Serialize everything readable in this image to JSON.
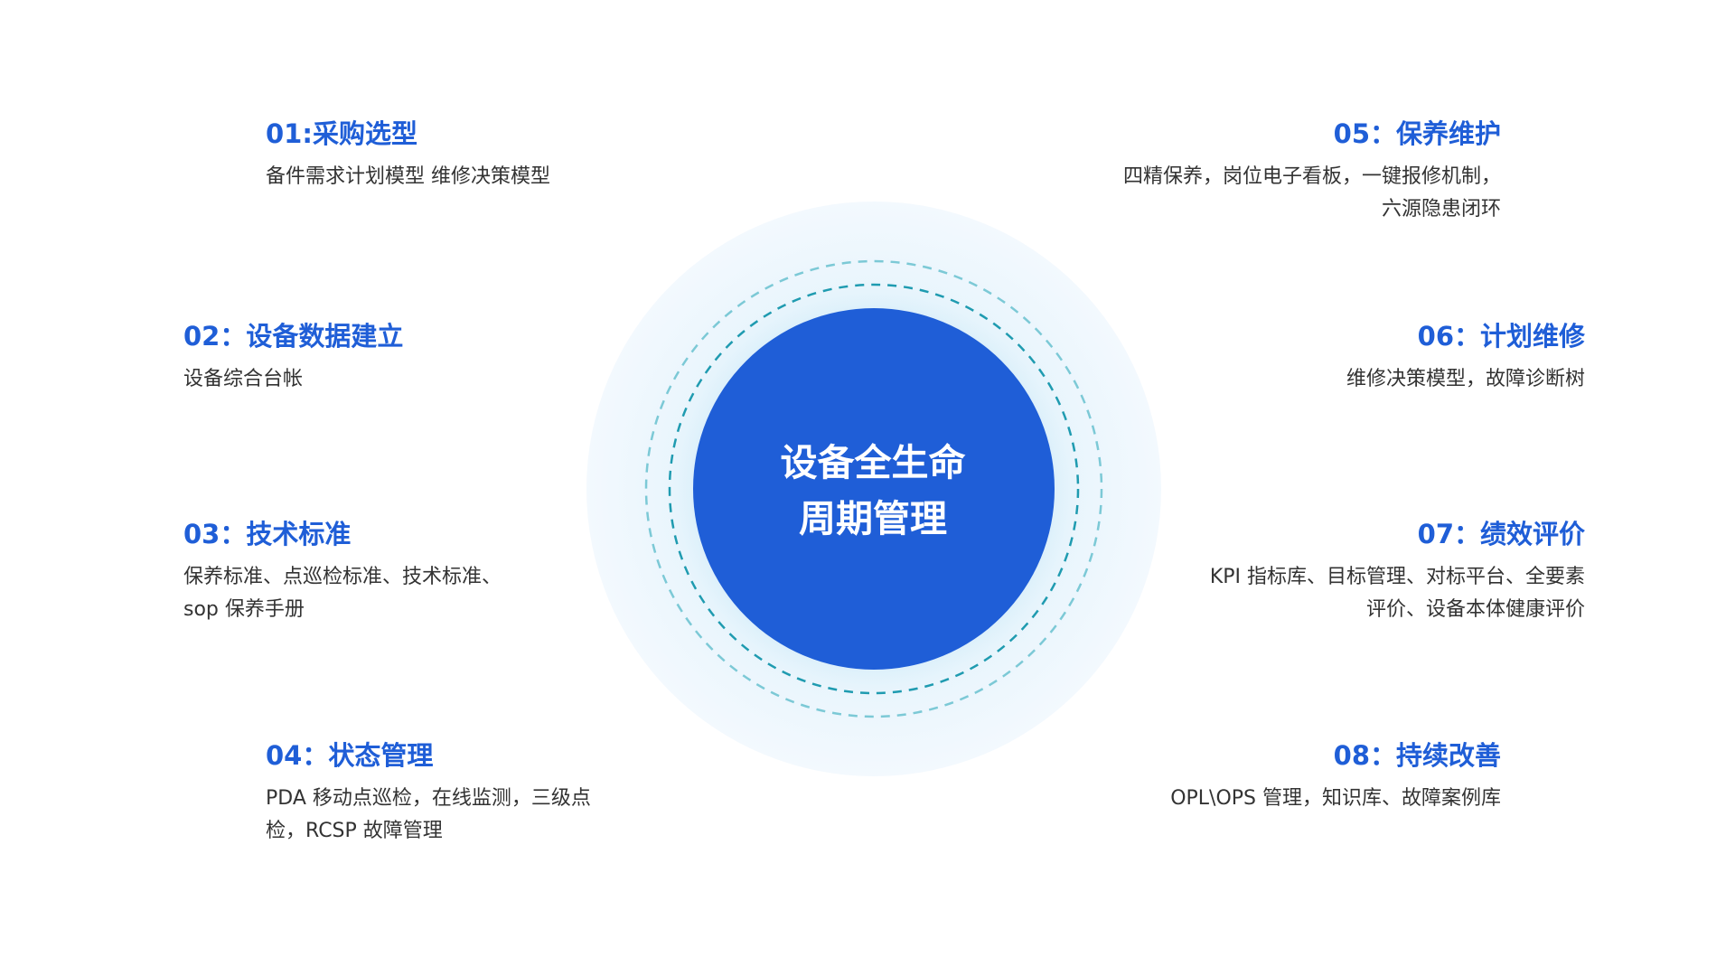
{
  "center": {
    "line1": "设备全生命",
    "line2": "周期管理",
    "color": "#1f5ed7"
  },
  "items": [
    {
      "title": "01:采购选型",
      "desc": "备件需求计划模型 维修决策模型"
    },
    {
      "title": "02：设备数据建立",
      "desc": "设备综合台帐"
    },
    {
      "title": "03：技术标准",
      "desc": "保养标准、点巡检标准、技术标准、sop 保养手册"
    },
    {
      "title": "04：状态管理",
      "desc": "PDA 移动点巡检，在线监测，三级点检，RCSP 故障管理"
    },
    {
      "title": "05：保养维护",
      "desc": "四精保养，岗位电子看板，一键报修机制，六源隐患闭环"
    },
    {
      "title": "06：计划维修",
      "desc": "维修决策模型，故障诊断树"
    },
    {
      "title": "07：绩效评价",
      "desc": "KPI 指标库、目标管理、对标平台、全要素评价、设备本体健康评价"
    },
    {
      "title": "08：持续改善",
      "desc": "OPL\\OPS 管理，知识库、故障案例库"
    }
  ],
  "colors": {
    "accent": "#1f5ed7",
    "ring_dash": "#4bb8c8",
    "halo": "#e9f5fd",
    "text": "#333333"
  }
}
